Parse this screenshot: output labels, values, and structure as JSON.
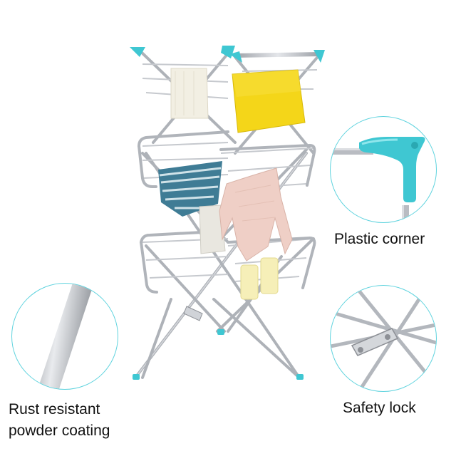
{
  "callouts": {
    "plastic_corner": {
      "label": "Plastic corner"
    },
    "safety_lock": {
      "label": "Safety lock"
    },
    "coating": {
      "label_line1": "Rust resistant",
      "label_line2": "powder coating"
    }
  },
  "colors": {
    "frame": "#b9bcc2",
    "frame_shadow": "#8d9096",
    "accent": "#3fc7d2",
    "callout_ring": "#5fd3de",
    "towel_yellow": "#f4d619",
    "cloth_pink": "#efcfc6",
    "cloth_blue": "#3f7c95",
    "cloth_white": "#f2efe3",
    "sponge": "#f6efb8"
  },
  "icons": [
    "plastic-corner-closeup",
    "safety-lock-closeup",
    "powder-coated-tube-closeup"
  ]
}
